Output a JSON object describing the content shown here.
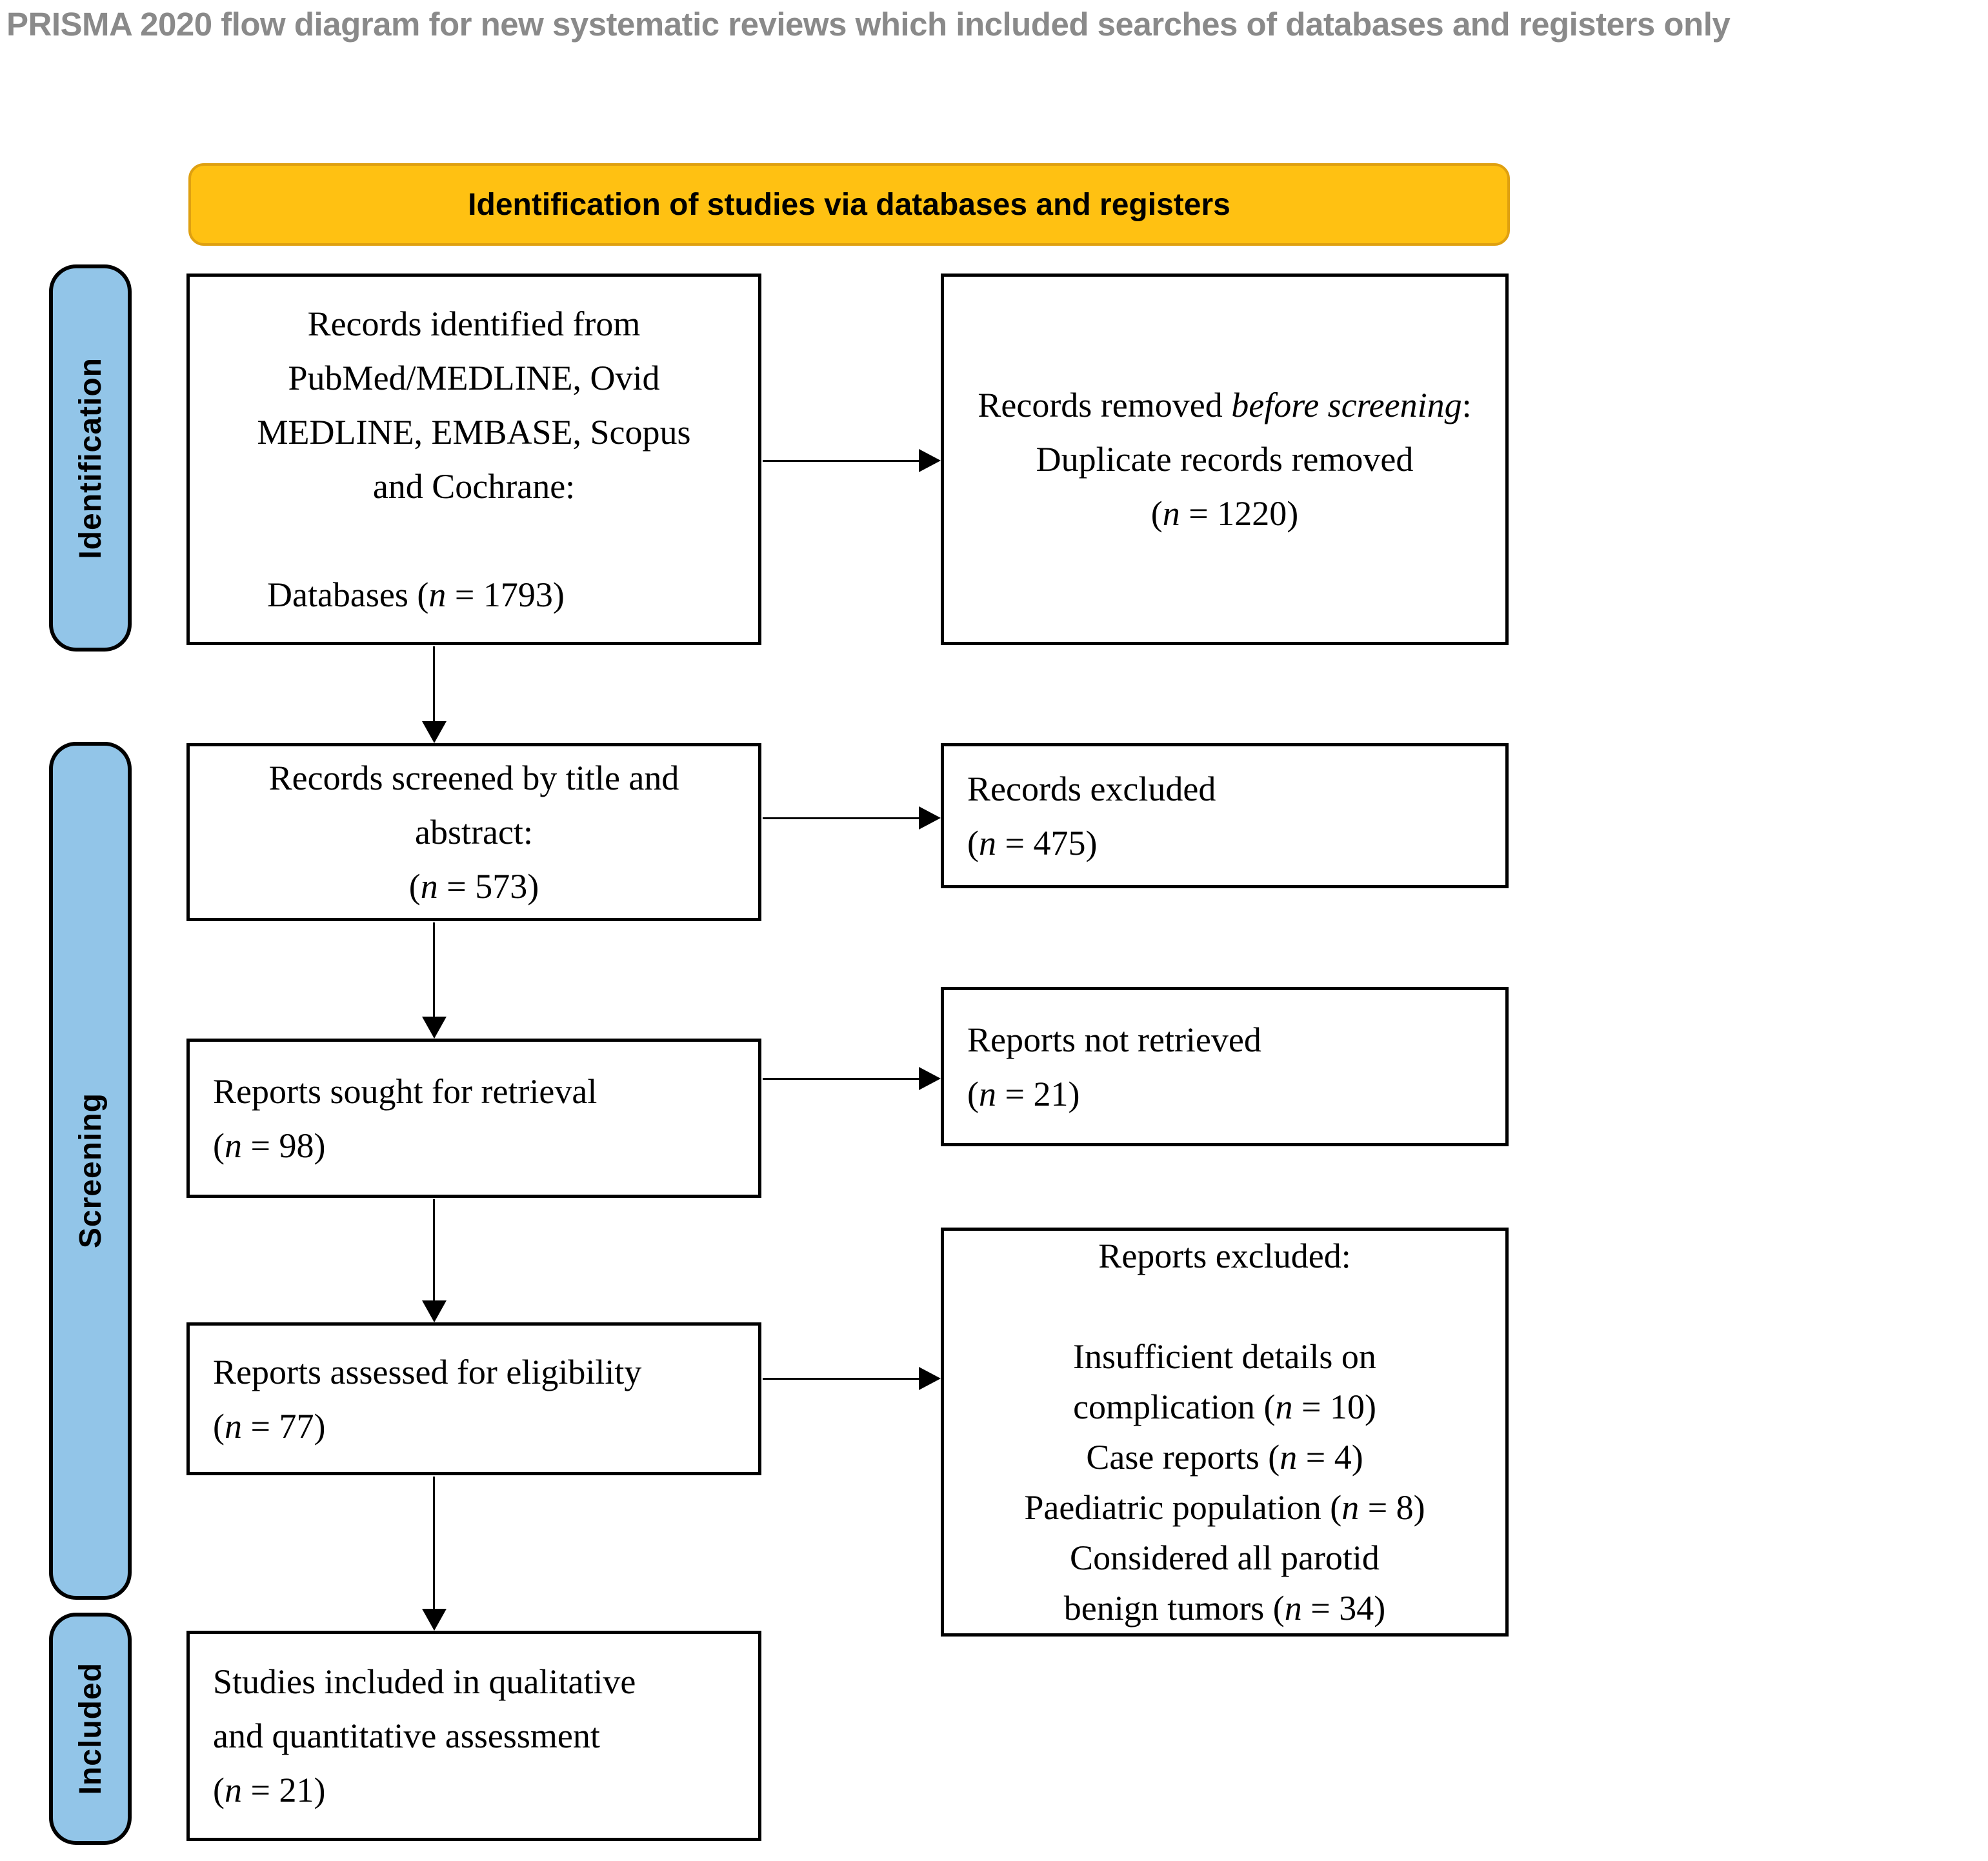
{
  "title": "PRISMA 2020 flow diagram for new systematic reviews which included searches of databases and registers only",
  "banner": {
    "label": "Identification of studies via databases and registers"
  },
  "stages": {
    "identification": "Identification",
    "screening": "Screening",
    "included": "Included"
  },
  "boxes": {
    "records_identified": {
      "lines": [
        "Records identified from",
        "PubMed/MEDLINE, Ovid",
        "MEDLINE, EMBASE, Scopus",
        "and Cochrane:",
        "",
        "Databases (*n* = 1793)"
      ]
    },
    "records_removed": {
      "lines": [
        "Records removed *before screening*:",
        "Duplicate records removed",
        "(*n* = 1220)"
      ]
    },
    "records_screened": {
      "lines": [
        "Records screened by title and",
        "abstract:",
        "(*n* = 573)"
      ]
    },
    "records_excluded": {
      "lines": [
        "Records excluded",
        "(*n* = 475)"
      ]
    },
    "reports_sought": {
      "lines": [
        "Reports sought for retrieval",
        "(*n* = 98)"
      ]
    },
    "reports_not_retrieved": {
      "lines": [
        "Reports not retrieved",
        "(*n* = 21)"
      ]
    },
    "reports_assessed": {
      "lines": [
        "Reports assessed for eligibility",
        "(*n* = 77)"
      ]
    },
    "reports_excluded": {
      "lines": [
        "Reports excluded:",
        "",
        "Insufficient details on",
        "complication (*n* = 10)",
        "Case reports (*n* = 4)",
        "Paediatric population (*n* = 8)",
        "Considered all parotid",
        "benign tumors (*n* = 34)"
      ]
    },
    "studies_included": {
      "lines": [
        "Studies included in qualitative",
        "and quantitative assessment",
        "(*n* = 21)"
      ]
    }
  },
  "colors": {
    "banner_fill": "#FFC112",
    "banner_border": "#DFA010",
    "stage_fill": "#92C5E8",
    "box_border": "#000000",
    "title_gray": "#8A8A8A"
  }
}
